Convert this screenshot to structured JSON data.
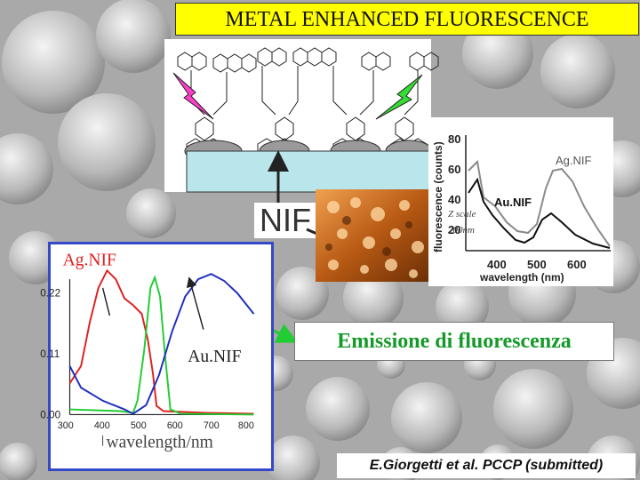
{
  "title": "METAL ENHANCED FLUORESCENCE",
  "nif_label": "NIF",
  "emission_chart": {
    "ylabel": "fluorescence (counts)",
    "xlabel": "wavelength (nm)",
    "yticks": [
      "80",
      "60",
      "40",
      "20"
    ],
    "xticks": [
      "400",
      "500",
      "600"
    ],
    "series_labels": [
      "Ag.NIF",
      "Au.NIF"
    ],
    "afm_caption_1": "Z scale",
    "afm_caption_2": "200nm",
    "colors": {
      "ag": "#8a8a8a",
      "au": "#111111"
    }
  },
  "absorption_chart": {
    "ag_label": "Ag.NIF",
    "au_label": "Au.NIF",
    "xlabel": "wavelength/nm",
    "yticks": [
      "0.22",
      "0.11",
      "0.00"
    ],
    "xticks": [
      "300",
      "400",
      "500",
      "600",
      "700",
      "800"
    ],
    "colors": {
      "ag": "#e02020",
      "nif": "#22cc33",
      "au": "#1f2fbf"
    }
  },
  "emission_label": "Emissione di fluorescenza",
  "citation": "E.Giorgetti et al. PCCP (submitted)",
  "bolts": {
    "left": "#ff3cc8",
    "right": "#33dd33"
  }
}
